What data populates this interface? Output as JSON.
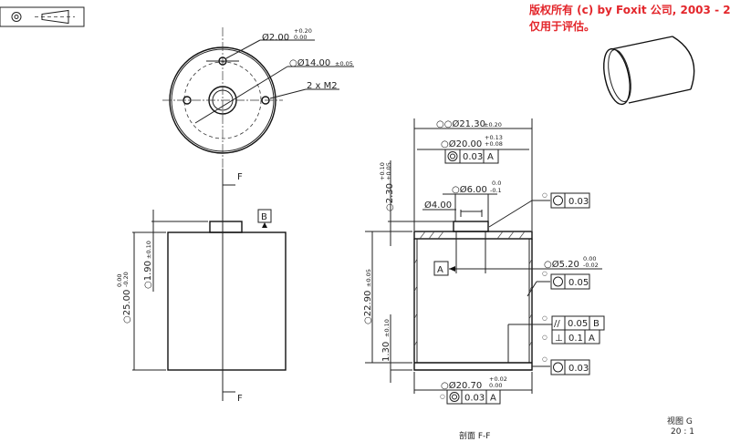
{
  "watermark": {
    "line1": "版权所有 (c) by Foxit 公司, 2003 - 2",
    "line2": "仅用于评估。",
    "color": "#e3262b"
  },
  "projection_symbol": {
    "icons": [
      "first-angle-circle-icon",
      "cone-icon"
    ]
  },
  "top_view": {
    "hole_dim": "Ø2.00",
    "hole_tol_upper": "+0.20",
    "hole_tol_lower": "0.00",
    "pcd_dim": "○Ø14.00",
    "pcd_tol": "±0.05",
    "thread_note": "2 x  M2"
  },
  "front_view": {
    "section_label_top": "F",
    "section_label_bottom": "F",
    "datum_b": "B",
    "height_dim": "○25.00",
    "height_tol_upper": "0.00",
    "height_tol_lower": "-0.20",
    "boss_dim": "○1.90",
    "boss_tol": "±0.10"
  },
  "section_view": {
    "title": "剖面 F-F",
    "od_dim": "○○Ø21.30",
    "od_tol": "±0.20",
    "od2_dim": "○Ø20.00",
    "od2_tol_upper": "+0.13",
    "od2_tol_lower": "+0.08",
    "fcf_top": {
      "symbol": "concentricity",
      "value": "0.03",
      "datum": "A"
    },
    "boss_od_dim": "○Ø6.00",
    "boss_od_tol_upper": "0.0",
    "boss_od_tol_lower": "-0.1",
    "boss_id_dim": "Ø4.00",
    "fcf_boss": {
      "prefix": "○",
      "symbol": "circularity",
      "value": "0.03"
    },
    "bore_dim": "○Ø5.20",
    "bore_tol_upper": "0.00",
    "bore_tol_lower": "-0.02",
    "datum_a": "A",
    "fcf_wall": {
      "prefix": "○",
      "symbol": "circularity",
      "value": "0.05"
    },
    "fcf_parallel": {
      "prefix": "○",
      "symbol": "//",
      "value": "0.05",
      "datum": "B"
    },
    "fcf_perp": {
      "prefix": "○",
      "symbol": "⊥",
      "value": "0.1",
      "datum": "A"
    },
    "fcf_bottom": {
      "prefix": "○",
      "symbol": "circularity",
      "value": "0.03"
    },
    "bottom_dim": "○Ø20.70",
    "bottom_tol_upper": "+0.02",
    "bottom_tol_lower": "0.00",
    "fcf_bottom2": {
      "prefix": "○",
      "symbol": "concentricity",
      "value": "0.03",
      "datum": "A"
    },
    "boss_h_dim": "○2.30",
    "boss_h_tol_upper": "+0.10",
    "boss_h_tol_lower": "+0.05",
    "height_dim": "○22.90",
    "height_tol": "±0.05",
    "base_dim": "1.30",
    "base_tol": "±0.10"
  },
  "detail_view": {
    "title": "视图 G",
    "scale": "20 : 1"
  }
}
